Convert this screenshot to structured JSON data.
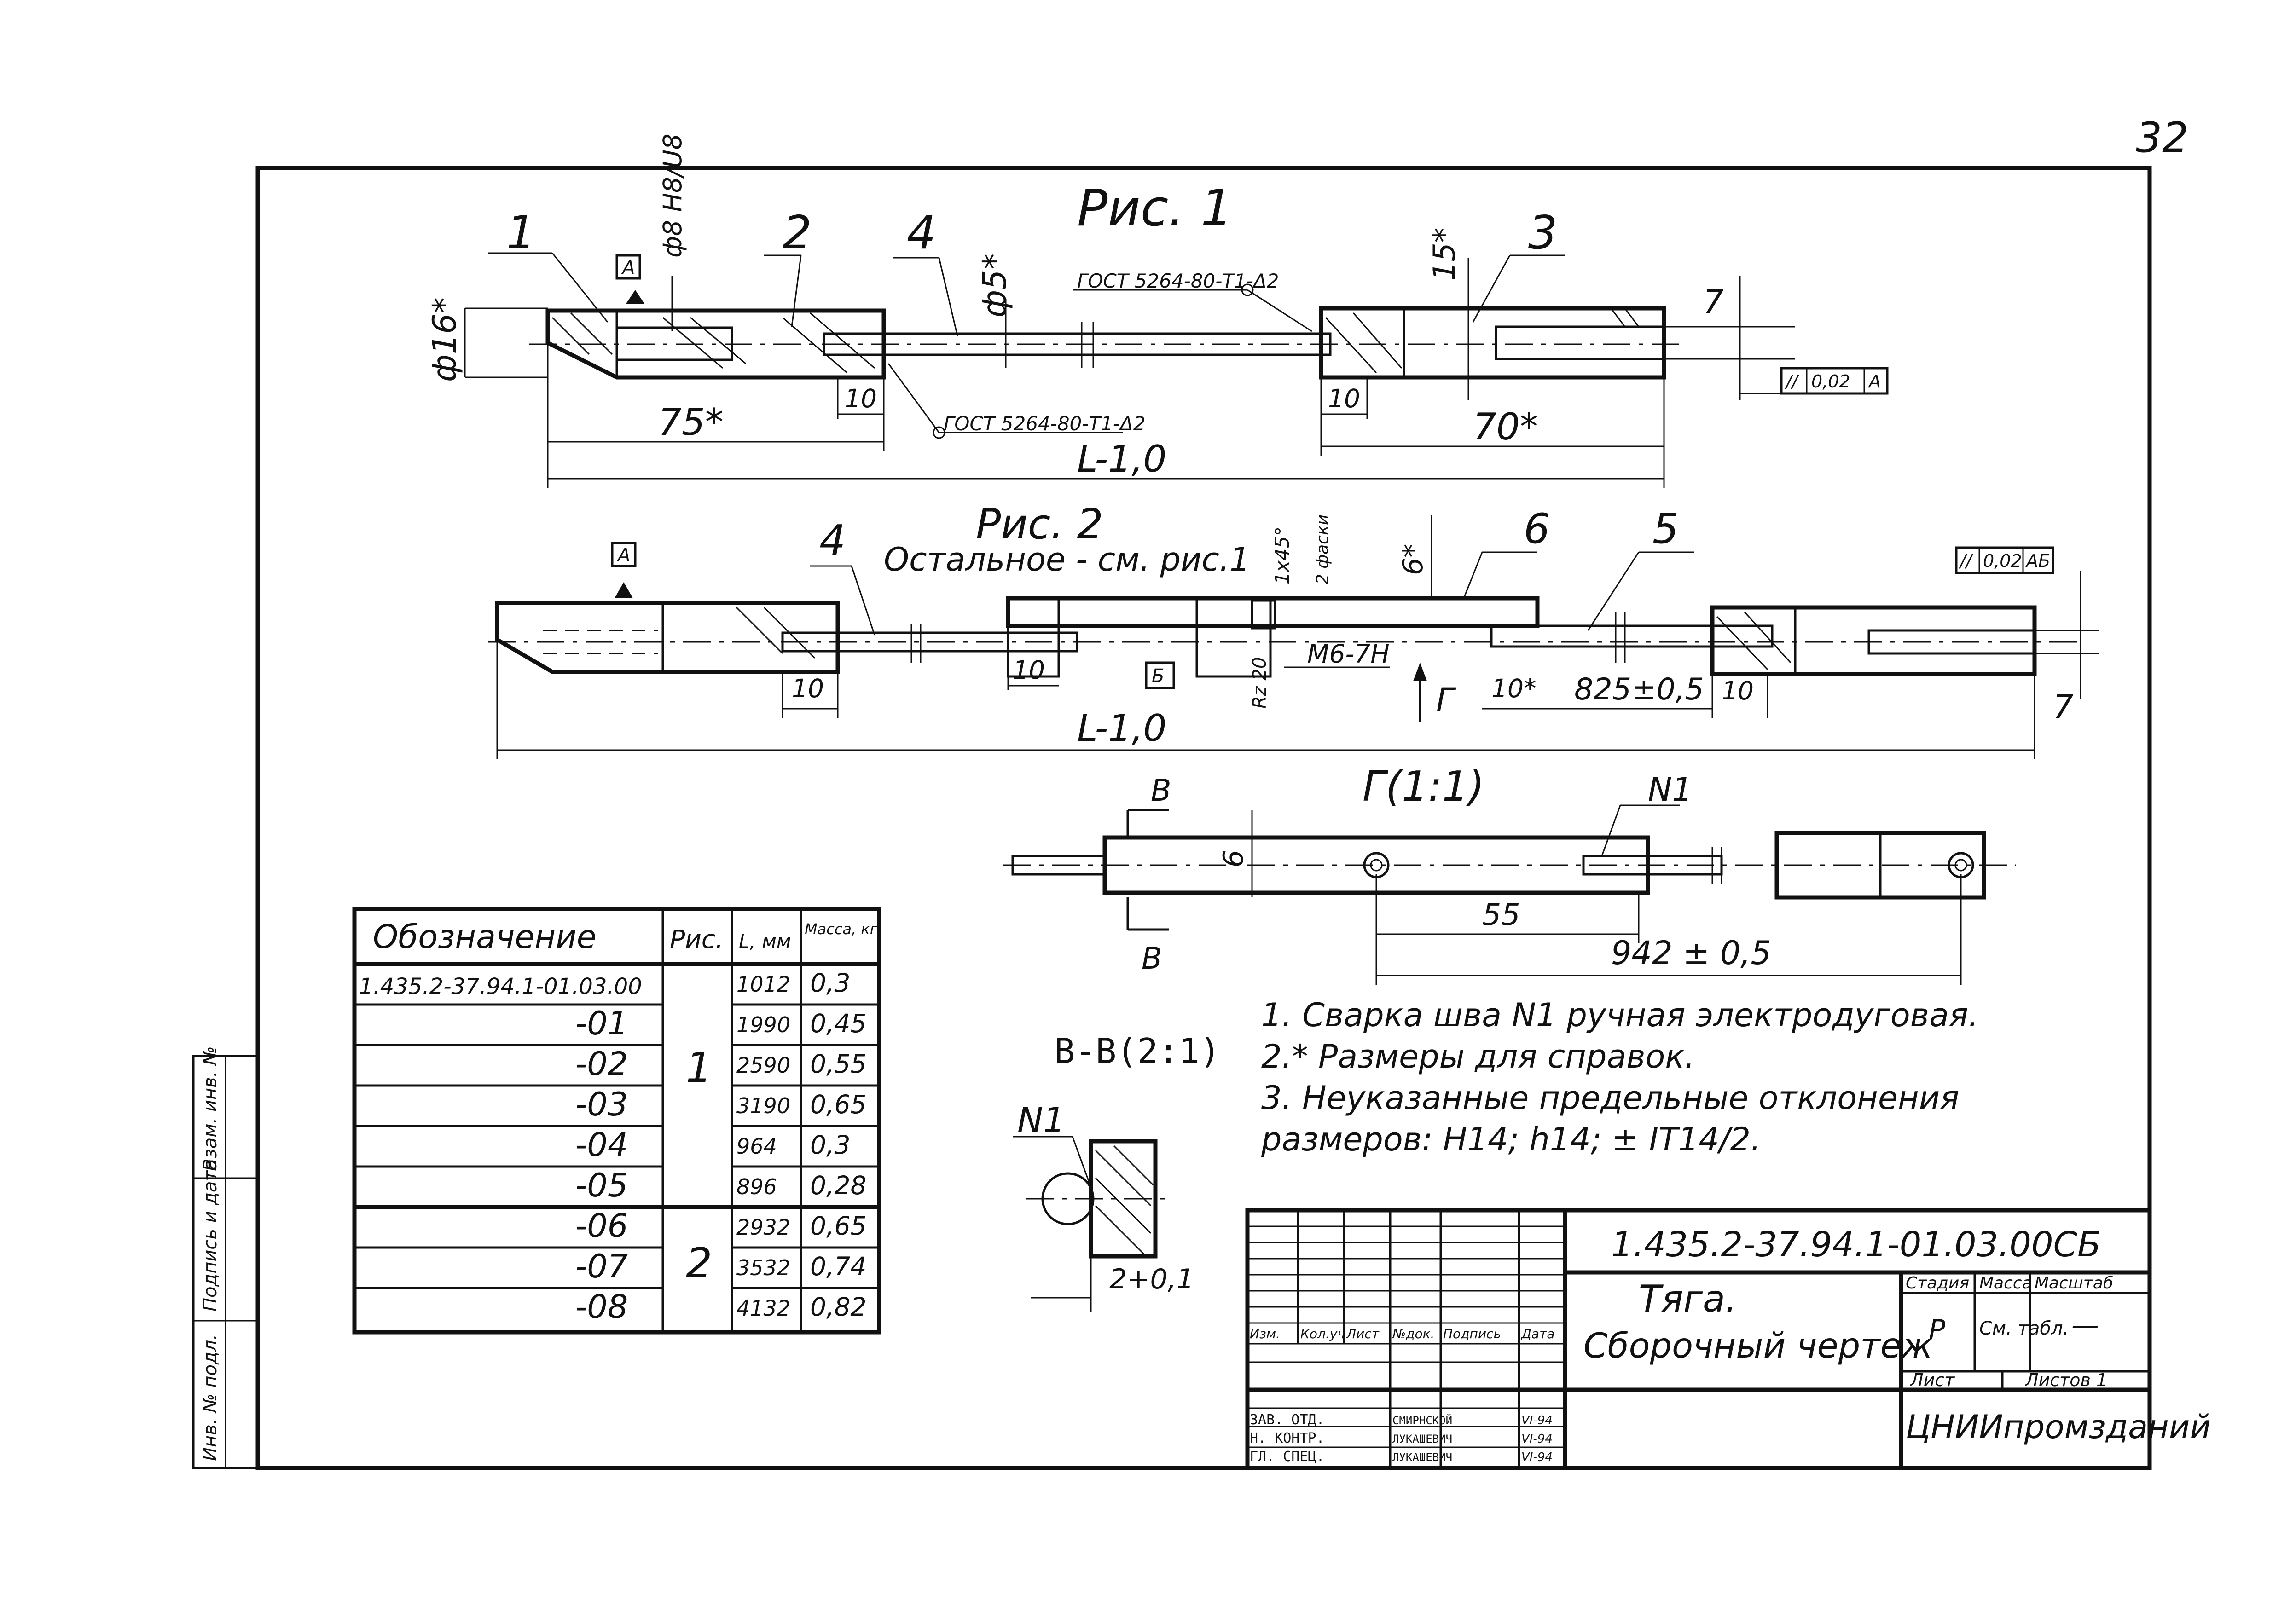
{
  "page_number": "32",
  "fig1": {
    "title": "Рис. 1",
    "labels": [
      "1",
      "2",
      "4",
      "3"
    ],
    "dia16": "ф16*",
    "dia8": "ф8 H8/U8",
    "dia5": "ф5*",
    "gost_top": "ГОСТ 5264-80-Т1-Δ2",
    "gost_bottom": "ГОСТ 5264-80-Т1-Δ2",
    "dim15": "15*",
    "dim7": "7",
    "dim10a": "10",
    "dim10b": "10",
    "dim75": "75*",
    "dim70": "70*",
    "dimL": "L-1,0",
    "datum": "A",
    "tol": [
      "//",
      "0,02",
      "A"
    ]
  },
  "fig2": {
    "title": "Рис. 2",
    "subtitle": "Остальное - см. рис.1",
    "labels": [
      "4",
      "6",
      "5"
    ],
    "datumA": "A",
    "datumB": "Б",
    "chamfer": "1x45°",
    "chamfer_note": "2 фаски",
    "dim6": "6*",
    "thread": "M6-7H",
    "rz": "Rz 20",
    "view": "Г",
    "dim10a": "10",
    "dim10b": "10",
    "dim10c": "10*",
    "dim825": "825±0,5",
    "dim10d": "10",
    "dimL": "L-1,0",
    "dim7": "7",
    "tol": [
      "//",
      "0,02",
      "АБ"
    ]
  },
  "view_g": {
    "title": "Г(1:1)",
    "section": "B",
    "weld": "N1",
    "dim6": "6",
    "dim55": "55",
    "dim942": "942 ± 0,5"
  },
  "section_bb": {
    "title": "B-B(2:1)",
    "weld": "N1",
    "dim": "2+0,1"
  },
  "table": {
    "headers": [
      "Обозначение",
      "Рис.",
      "L, мм",
      "Масса, кг"
    ],
    "rows": [
      {
        "code": "1.435.2-37.94.1-01.03.00",
        "fig": "",
        "L": "1012",
        "mass": "0,3"
      },
      {
        "code": "-01",
        "fig": "",
        "L": "1990",
        "mass": "0,45"
      },
      {
        "code": "-02",
        "fig": "1",
        "L": "2590",
        "mass": "0,55"
      },
      {
        "code": "-03",
        "fig": "",
        "L": "3190",
        "mass": "0,65"
      },
      {
        "code": "-04",
        "fig": "",
        "L": "964",
        "mass": "0,3"
      },
      {
        "code": "-05",
        "fig": "",
        "L": "896",
        "mass": "0,28"
      },
      {
        "code": "-06",
        "fig": "",
        "L": "2932",
        "mass": "0,65"
      },
      {
        "code": "-07",
        "fig": "2",
        "L": "3532",
        "mass": "0,74"
      },
      {
        "code": "-08",
        "fig": "",
        "L": "4132",
        "mass": "0,82"
      }
    ]
  },
  "notes": [
    "1. Сварка шва N1 ручная электродуговая.",
    "2.* Размеры для справок.",
    "3. Неуказанные предельные отклонения",
    "размеров: H14; h14; ± IT14/2."
  ],
  "stamp": {
    "code": "1.435.2-37.94.1-01.03.00СБ",
    "title1": "Тяга.",
    "title2": "Сборочный чертеж",
    "col_heads": [
      "Изм.",
      "Кол.уч",
      "Лист",
      "№док.",
      "Подпись",
      "Дата"
    ],
    "stage_head": "Стадия",
    "mass_head": "Масса",
    "scale_head": "Масштаб",
    "stage": "Р",
    "mass": "См. табл.",
    "scale": "—",
    "sheet": "Лист",
    "sheets": "Листов 1",
    "roles": [
      {
        "role": "ЗАВ. ОТД.",
        "name": "СМИРНСКОЙ",
        "date": "VI-94"
      },
      {
        "role": "Н. КОНТР.",
        "name": "ЛУКАШЕВИЧ",
        "date": "VI-94"
      },
      {
        "role": "ГЛ. СПЕЦ.",
        "name": "ЛУКАШЕВИЧ",
        "date": "VI-94"
      }
    ],
    "org": "ЦНИИпромзданий"
  },
  "side_strip": [
    "Инв. № подл.",
    "Подпись и дата",
    "Взам. инв. №"
  ]
}
